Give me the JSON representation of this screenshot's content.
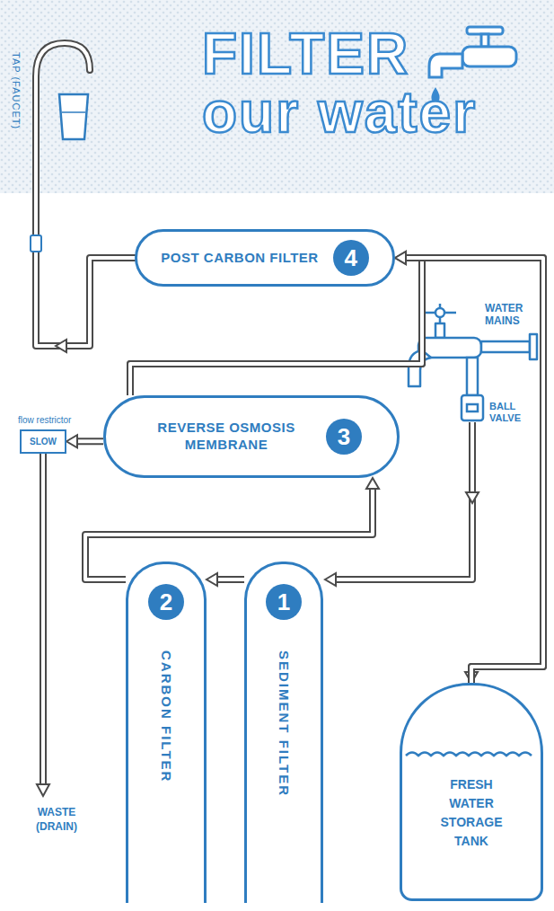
{
  "diagram": {
    "title": "FILTER our water",
    "nodes": [
      {
        "text": [
          "POST CARBON FILTER",
          "4"
        ]
      },
      {
        "text": [
          "REVERSE OSMOSIS MEMBRANE",
          "3"
        ]
      },
      {
        "text": [
          "flow restrictor",
          "SLOW"
        ]
      },
      {
        "text": [
          "2",
          "CARBON FILTER"
        ]
      },
      {
        "text": [
          "1",
          "SEDIMENT FILTER"
        ]
      },
      {
        "text": [
          "FRESH WATER STORAGE TANK"
        ]
      }
    ],
    "edges": [
      {
        "from": 4,
        "to": 3,
        "arrow": "to"
      },
      {
        "from": 3,
        "to": 1,
        "arrow": "to"
      },
      {
        "from": 1,
        "to": 2,
        "arrow": "to"
      },
      {
        "from": 1,
        "to": 5,
        "arrow": "to"
      },
      {
        "from": 1,
        "to": 0,
        "arrow": "to"
      },
      {
        "from": 5,
        "to": 0,
        "arrow": "to"
      }
    ],
    "labels": [
      "TAP (FAUCET)",
      "WATER MAINS",
      "BALL VALVE",
      "WASTE (DRAIN)"
    ]
  }
}
